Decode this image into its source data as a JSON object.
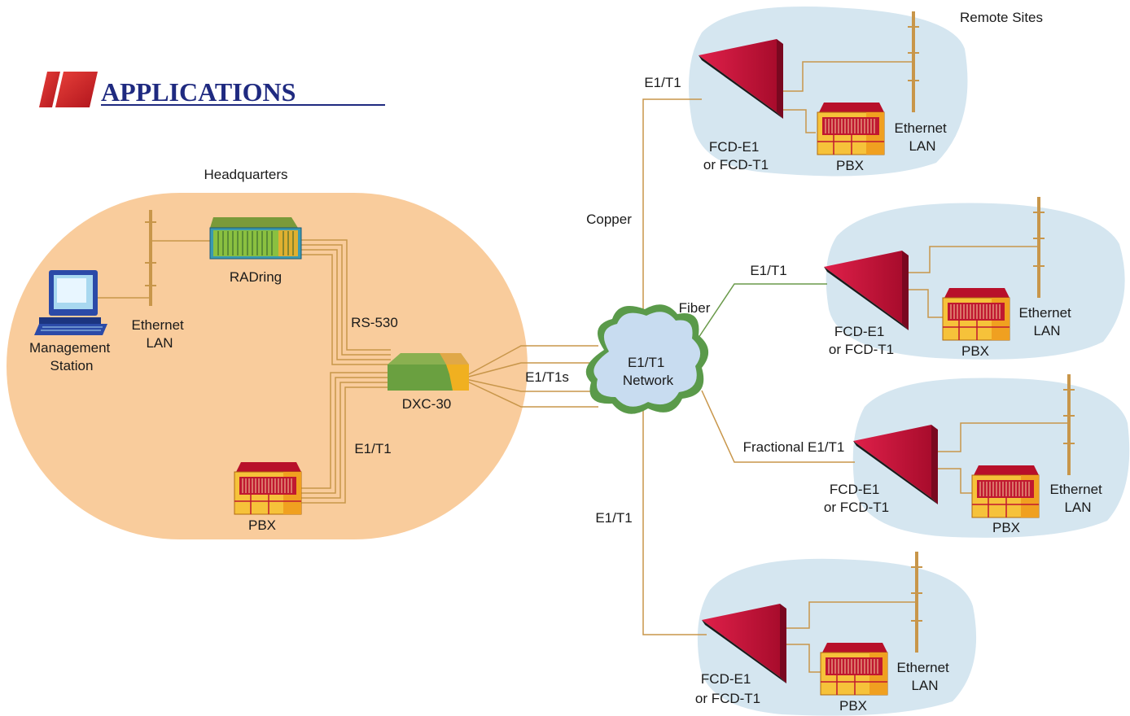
{
  "title": "APPLICATIONS",
  "headquarters": {
    "label": "Headquarters",
    "management_station": [
      "Management",
      "Station"
    ],
    "ethernet_lan": [
      "Ethernet",
      "LAN"
    ],
    "radring": "RADring",
    "rs530": "RS-530",
    "dxc": "DXC-30",
    "e1t1": "E1/T1",
    "pbx": "PBX"
  },
  "network": {
    "cloud": [
      "E1/T1",
      "Network"
    ],
    "e1t1s": "E1/T1s",
    "links": {
      "copper": "Copper",
      "top_e1t1": "E1/T1",
      "fiber": "Fiber",
      "fiber_e1t1": "E1/T1",
      "fractional": "Fractional E1/T1",
      "bottom_e1t1": "E1/T1"
    }
  },
  "remote_sites_label": "Remote Sites",
  "remote_sites": [
    {
      "fcd": [
        "FCD-E1",
        "or FCD-T1"
      ],
      "pbx": "PBX",
      "lan": [
        "Ethernet",
        "LAN"
      ]
    },
    {
      "fcd": [
        "FCD-E1",
        "or FCD-T1"
      ],
      "pbx": "PBX",
      "lan": [
        "Ethernet",
        "LAN"
      ]
    },
    {
      "fcd": [
        "FCD-E1",
        "or FCD-T1"
      ],
      "pbx": "PBX",
      "lan": [
        "Ethernet",
        "LAN"
      ]
    },
    {
      "fcd": [
        "FCD-E1",
        "or FCD-T1"
      ],
      "pbx": "PBX",
      "lan": [
        "Ethernet",
        "LAN"
      ]
    }
  ],
  "colors": {
    "hq_fill": "#f9cc9c",
    "remote_fill": "#d5e6f0",
    "link": "#c8964a",
    "fiber": "#6a9a4a",
    "fcd": "#c8143c",
    "title": "#1f2a80"
  }
}
